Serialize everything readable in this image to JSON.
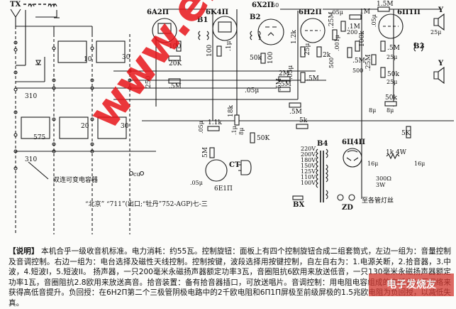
{
  "schematic": {
    "title_caption": "“北京”   “711”(出口;“牡丹”752-AGP)七-三",
    "antenna_label": "TX",
    "tubes": [
      {
        "id": "v1",
        "label": "6A2П",
        "role": "mixer/converter"
      },
      {
        "id": "v2",
        "label": "6K4П",
        "role": "IF amplifier"
      },
      {
        "id": "v3",
        "label": "6X2П",
        "role": "detector"
      },
      {
        "id": "v4",
        "label": "6H2П",
        "role": "audio preamp"
      },
      {
        "id": "v5",
        "label": "6П1П",
        "role": "output"
      },
      {
        "id": "v6",
        "label": "6E1П",
        "role": "tuning indicator"
      },
      {
        "id": "v7",
        "label": "6Ц4П",
        "role": "rectifier"
      }
    ],
    "transformers": [
      {
        "id": "B1",
        "label": "B1"
      },
      {
        "id": "B2",
        "label": "B2"
      },
      {
        "id": "B3",
        "label": "B3"
      },
      {
        "id": "B4",
        "label": "B4"
      }
    ],
    "component_labels": {
      "r_100_a": "100",
      "r_20k": "20K",
      "c_250": "250",
      "r_05m_a": ".5M",
      "r_100_b": "100",
      "c_1u": ".1μ",
      "r_50k_det": "50k",
      "r_100_det": "100",
      "r_2m": "2M",
      "c_05u_a": ".05μ",
      "r_05m_b": ".5M",
      "c_50": "50",
      "r_12k": "1.2k",
      "c_25u_a": "25μ",
      "r_2k": "2k",
      "c_05u_b": ".05μ",
      "r_5m_vol": ".5M",
      "r_05m_c": ".5M",
      "pot_05m": ".5M",
      "c_05u_c": ".05μ",
      "r_1m": "1M",
      "r_25m": ".25M",
      "r_01m": ".1M",
      "c_200": "200",
      "c_001": ".001μ",
      "r_100k": "100k",
      "c_500_a": "500",
      "pot_05m_b": ".5M",
      "c_500_b": "500",
      "r_15m": "1.5M",
      "c_05u_d": ".05μ",
      "r_25m_b": ".25M",
      "r_05m_d": ".5M",
      "c_25u_b": "25μ",
      "r_50k_b": "50k",
      "c_25u_c": "25μ",
      "r_50k_c": "50k",
      "c_8u_a": "8μ",
      "c_8u_b": "8μ",
      "c_25u_spk": "25μ",
      "r_5k_a": "5k",
      "r_5k_b": "5K",
      "r_11k": "1.1k",
      "r_18k": "18k",
      "c_1u_b": ".1μ",
      "r_1m_b": "1M",
      "c_8u_c": "8μ",
      "r_50k_eye": "50K",
      "r_5m_eye": "5M",
      "c_05u_eye": ".05μ",
      "c_10": "10",
      "c_30_a": "30",
      "c_20": "20",
      "c_30_b": "30",
      "c_575": "575",
      "c_310_a": "310",
      "c_310_b": "310",
      "r_1k_4w": "1k 4W",
      "c_16u_a": "16μ",
      "c_16u_b": "16μ",
      "r_300": "300Ω",
      "r_300_w": "3W"
    },
    "mains_taps": [
      "220V",
      "200V",
      "180V",
      "150V",
      "125V",
      "110V",
      "100V"
    ],
    "labels": {
      "ct": "CT",
      "bx": "BX",
      "zd": "ZD",
      "pickup": "cu",
      "filament_note": "至各管灯丝",
      "variable_cap_note": "双连可变电容器",
      "speaker": "Y"
    }
  },
  "description": {
    "tag": "【说明】",
    "text": "本机合乎一级收音机标准。电力消耗：约55瓦。控制旋钮：面板上有四个控制旋钮合成二组套筒式，左边一组为：音量控制及音调控制。右边一组为：电台选择及磁性天线控制。控制按键，波段选择用按键控制，自左自右为：1.电源关断，2.拾音器，3.中波，4.短波I，5.短波II。 扬声器，一只200毫米永磁扬声器额定功率3瓦，音圈阻抗6欧用来放送低音，一只130毫米永磁扬声器额定功率1瓦，音圈阻抗2.8欧用来放送高音。拾音装置：备有拾音器插口，可放送唱片。音调控制：用电阻电容组成的高低音分压网络来获得高低音提升。负回授：在6H2П第二个三极管阴极电路中的2千欧电阻和6П1П屏极至前级屏极的1.5兆欧电阻为负回授，以减低失真。"
  },
  "watermark": {
    "text": "www.elecfans.com",
    "color": "#e8151b"
  },
  "logo": {
    "text": "电子发烧友"
  }
}
